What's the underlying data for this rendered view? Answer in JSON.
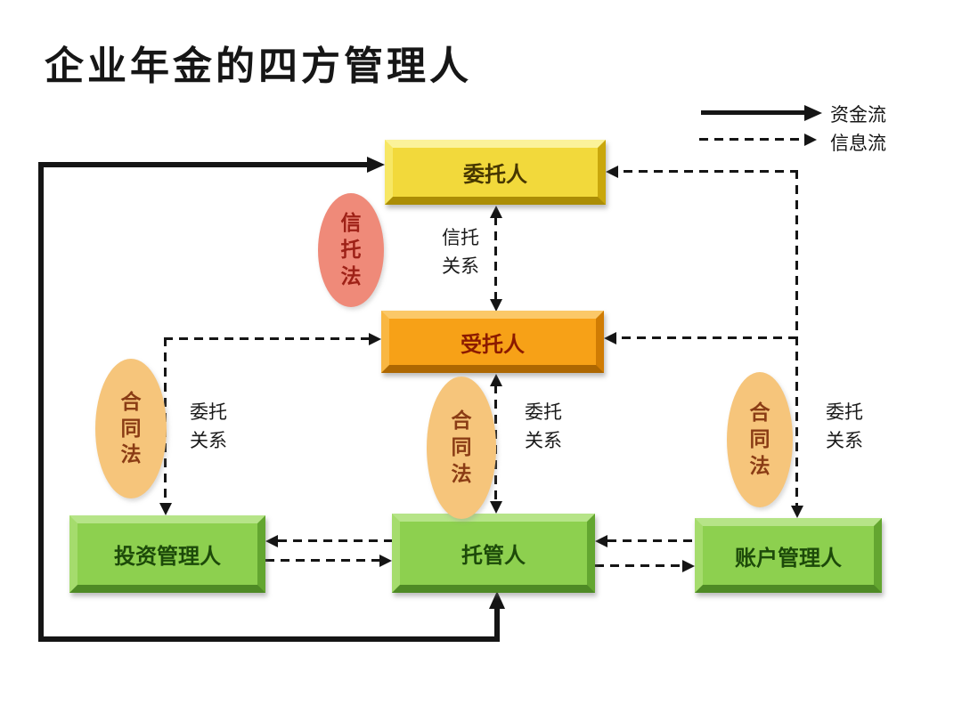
{
  "title": "企业年金的四方管理人",
  "legend": {
    "capital_flow_label": "资金流",
    "info_flow_label": "信息流"
  },
  "nodes": {
    "principal": {
      "label": "委托人"
    },
    "trustee": {
      "label": "受托人"
    },
    "investment_manager": {
      "label": "投资管理人"
    },
    "custodian": {
      "label": "托管人"
    },
    "account_manager": {
      "label": "账户管理人"
    }
  },
  "laws": {
    "trust_law": {
      "label": "信\n托\n法"
    },
    "contract_law_left": {
      "label": "合\n同\n法"
    },
    "contract_law_center": {
      "label": "合\n同\n法"
    },
    "contract_law_right": {
      "label": "合\n同\n法"
    }
  },
  "relations": {
    "trust": "信托\n关系",
    "entrust_left": "委托\n关系",
    "entrust_center": "委托\n关系",
    "entrust_right": "委托\n关系"
  },
  "palette": {
    "principal_fill": "#f2d93b",
    "trustee_fill": "#f7a117",
    "manager_fill": "#8dd04f",
    "trust_law_fill": "#ef8a79",
    "contract_law_fill": "#f6c57b",
    "line_color": "#151515"
  }
}
